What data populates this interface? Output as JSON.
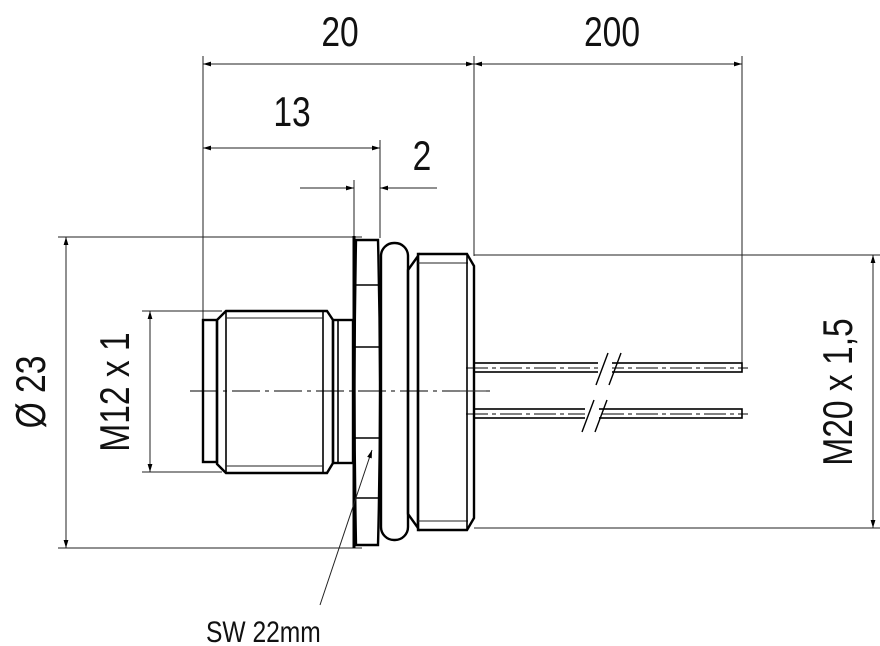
{
  "drawing": {
    "title": "Panel mount connector M12x1 front, M20x1.5 rear, wire leads",
    "dimensions": {
      "overall_length": "20",
      "wire_length": "200",
      "front_length": "13",
      "panel_thickness": "2",
      "diameter": "Ø 23",
      "front_thread": "M12 x 1",
      "rear_thread": "M20 x 1,5"
    },
    "labels": {
      "wrench_size": "SW 22mm"
    },
    "colors": {
      "line": "#000000",
      "background": "#ffffff"
    }
  }
}
